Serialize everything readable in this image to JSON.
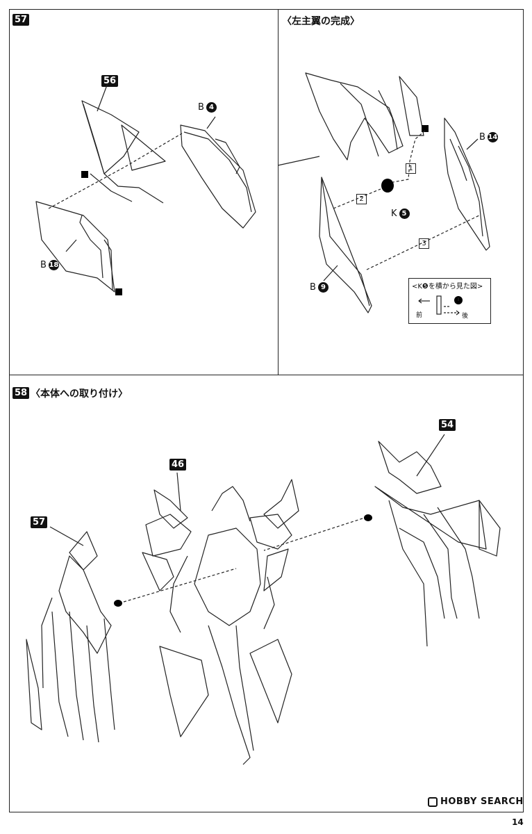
{
  "step57": {
    "badge": "57",
    "parts": {
      "top": {
        "badge": "56"
      },
      "b4": {
        "prefix": "B",
        "num": "4"
      },
      "b18": {
        "prefix": "B",
        "num": "18"
      }
    }
  },
  "left_wing": {
    "title": "〈左主翼の完成〉",
    "b14": {
      "prefix": "B",
      "num": "14"
    },
    "k5": {
      "prefix": "K",
      "num": "5"
    },
    "b9": {
      "prefix": "B",
      "num": "9"
    },
    "steps": [
      "1",
      "2",
      "3"
    ],
    "inset": {
      "title": "<K❺を横から見た図>",
      "front": "前",
      "back": "後"
    }
  },
  "step58": {
    "badge": "58",
    "title": "〈本体への取り付け〉",
    "parts": {
      "left": "57",
      "body": "46",
      "right": "54"
    }
  },
  "footer": {
    "watermark": "HOBBY SEARCH",
    "page_number": "14"
  }
}
